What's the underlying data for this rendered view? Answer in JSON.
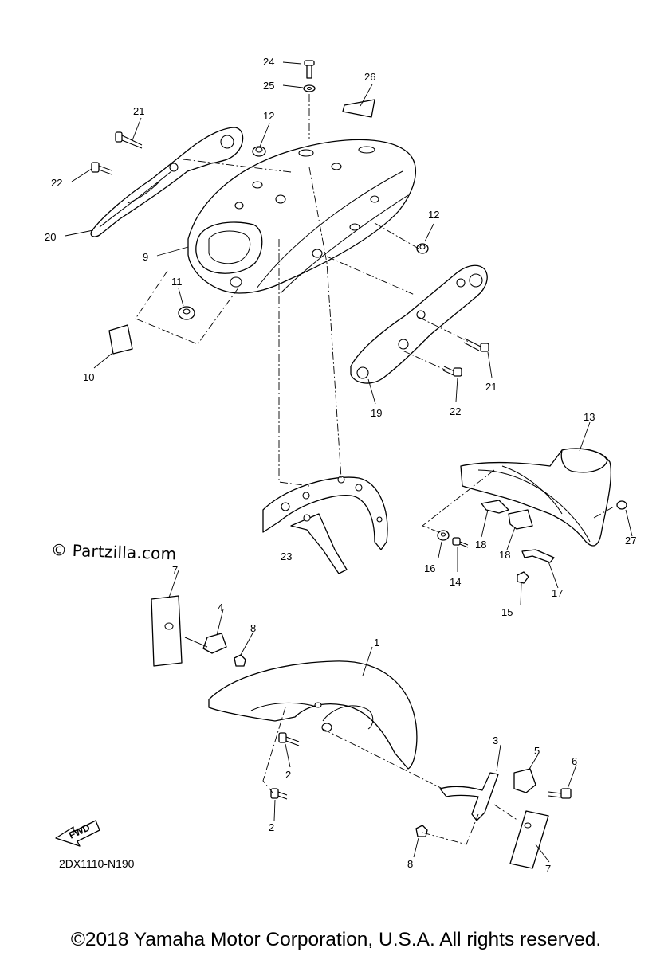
{
  "watermark": "© Partzilla.com",
  "diagram_code": "2DX1110-N190",
  "fwd_label": "FWD",
  "copyright": "©2018 Yamaha Motor Corporation, U.S.A. All rights reserved.",
  "callouts": {
    "c1": "1",
    "c2a": "2",
    "c2b": "2",
    "c3": "3",
    "c4": "4",
    "c5": "5",
    "c6": "6",
    "c7a": "7",
    "c7b": "7",
    "c8a": "8",
    "c8b": "8",
    "c9": "9",
    "c10": "10",
    "c11": "11",
    "c12a": "12",
    "c12b": "12",
    "c13": "13",
    "c14": "14",
    "c15": "15",
    "c16": "16",
    "c17": "17",
    "c18a": "18",
    "c18b": "18",
    "c19": "19",
    "c20": "20",
    "c21a": "21",
    "c21b": "21",
    "c22a": "22",
    "c22b": "22",
    "c23": "23",
    "c24": "24",
    "c25": "25",
    "c26": "26",
    "c27": "27"
  }
}
